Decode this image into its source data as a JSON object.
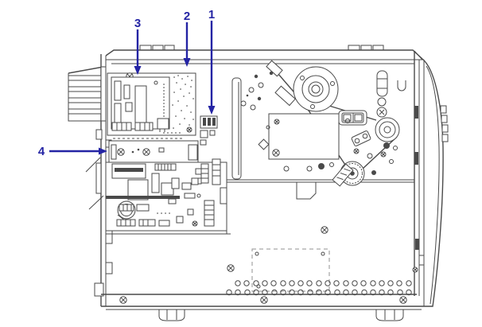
{
  "figure": {
    "type": "technical-illustration",
    "subject": "printer-side-view-electronics",
    "callouts": [
      {
        "number": "1"
      },
      {
        "number": "2"
      },
      {
        "number": "3"
      },
      {
        "number": "4"
      }
    ]
  },
  "colors": {
    "accent": "#2424a4",
    "line": "#4a4a4a",
    "background": "#ffffff"
  }
}
